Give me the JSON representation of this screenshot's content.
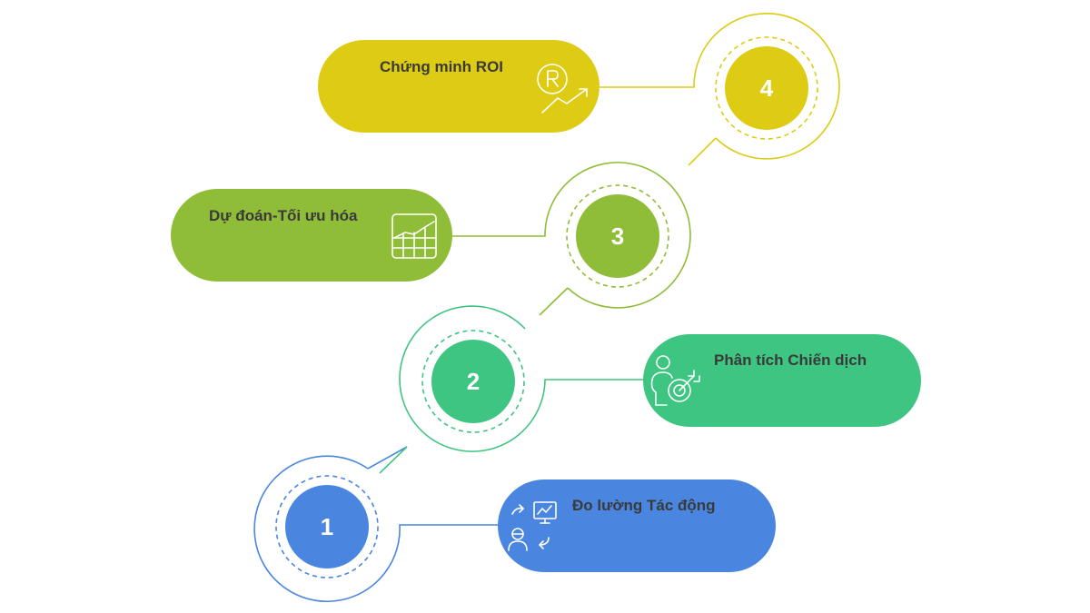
{
  "colors": {
    "step1": "#4a86e0",
    "step2": "#3ec582",
    "step3": "#8fbd38",
    "step4": "#ddcb14",
    "text": "#3a3a3a"
  },
  "steps": [
    {
      "number": "1",
      "title": "Đo lường Tác động",
      "icon": "measurement-impact-icon"
    },
    {
      "number": "2",
      "title": "Phân tích Chiến dịch",
      "icon": "person-target-icon"
    },
    {
      "number": "3",
      "title": "Dự đoán-Tối ưu hóa",
      "icon": "growth-chart-icon"
    },
    {
      "number": "4",
      "title": "Chứng minh ROI",
      "icon": "roi-trend-icon"
    }
  ]
}
